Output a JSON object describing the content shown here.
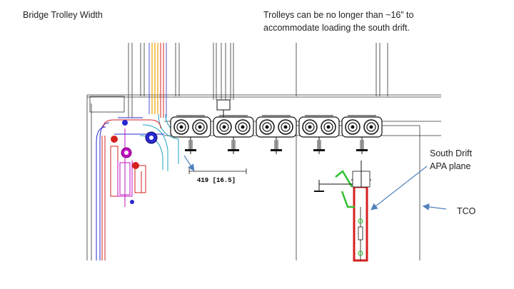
{
  "slide": {
    "title": "Bridge Trolley Width",
    "note": "Trolleys can be no longer than ~16” to accommodate loading the south drift.",
    "south_label": "South Drift APA plane",
    "tco_label": "TCO",
    "dimension_label": "419 [16.5]"
  },
  "colors": {
    "arrow": "#4f81bd",
    "pipe_red": "#d62020",
    "pipe_blue": "#2828d0",
    "pipe_magenta": "#c010c0",
    "pipe_cyan": "#20a0c0",
    "pipe_orange": "#f0a000",
    "gripper_green": "#30c030"
  },
  "trolleys": {
    "count": 5
  }
}
